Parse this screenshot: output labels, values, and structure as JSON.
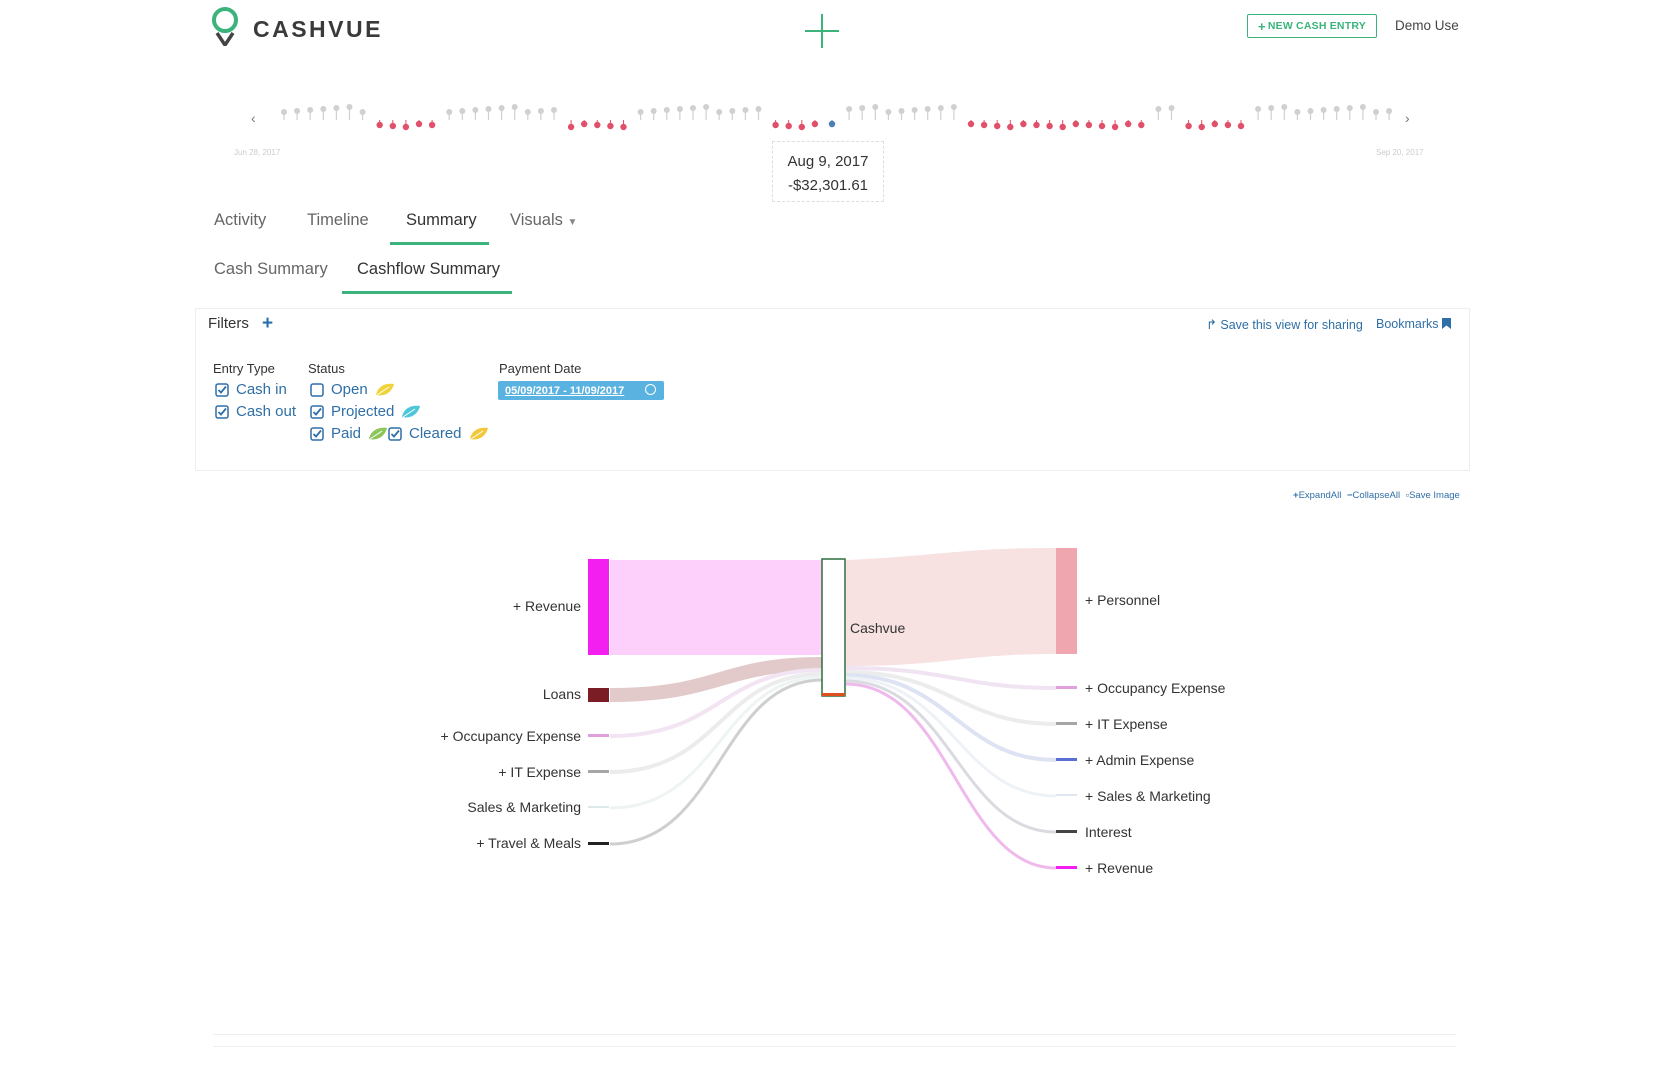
{
  "header": {
    "logo_text": "CASHVUE",
    "new_entry_label": "NEW CASH ENTRY",
    "user_name": "Demo Use"
  },
  "timeline": {
    "start_date": "Jun 28, 2017",
    "end_date": "Sep 20, 2017",
    "tooltip_date": "Aug 9, 2017",
    "tooltip_value": "-$32,301.61"
  },
  "tabs": {
    "main": [
      "Activity",
      "Timeline",
      "Summary",
      "Visuals"
    ],
    "sub": [
      "Cash Summary",
      "Cashflow Summary"
    ]
  },
  "filters": {
    "title": "Filters",
    "share_label": "Save this view for sharing",
    "bookmarks_label": "Bookmarks",
    "entry_type_label": "Entry Type",
    "status_label": "Status",
    "payment_date_label": "Payment Date",
    "cash_in": "Cash in",
    "cash_out": "Cash out",
    "open": "Open",
    "projected": "Projected",
    "paid": "Paid",
    "cleared": "Cleared",
    "date_range": "05/09/2017 - 11/09/2017"
  },
  "chart_tools": {
    "expand": "ExpandAll",
    "collapse": "CollapseAll",
    "save": "Save Image"
  },
  "sankey": {
    "center": "Cashvue",
    "left": [
      "+ Revenue",
      "Loans",
      "+ Occupancy Expense",
      "+ IT Expense",
      "Sales & Marketing",
      "+ Travel & Meals"
    ],
    "right": [
      "+ Personnel",
      "+ Occupancy Expense",
      "+ IT Expense",
      "+ Admin Expense",
      "+ Sales & Marketing",
      "Interest",
      "+ Revenue"
    ]
  },
  "colors": {
    "accent": "#3bb37a",
    "link": "#2f6fa7",
    "chip": "#5ab2e0",
    "dot_gray": "#d0d0d0",
    "dot_red": "#e0506a",
    "dot_blue": "#4a7fb8"
  }
}
